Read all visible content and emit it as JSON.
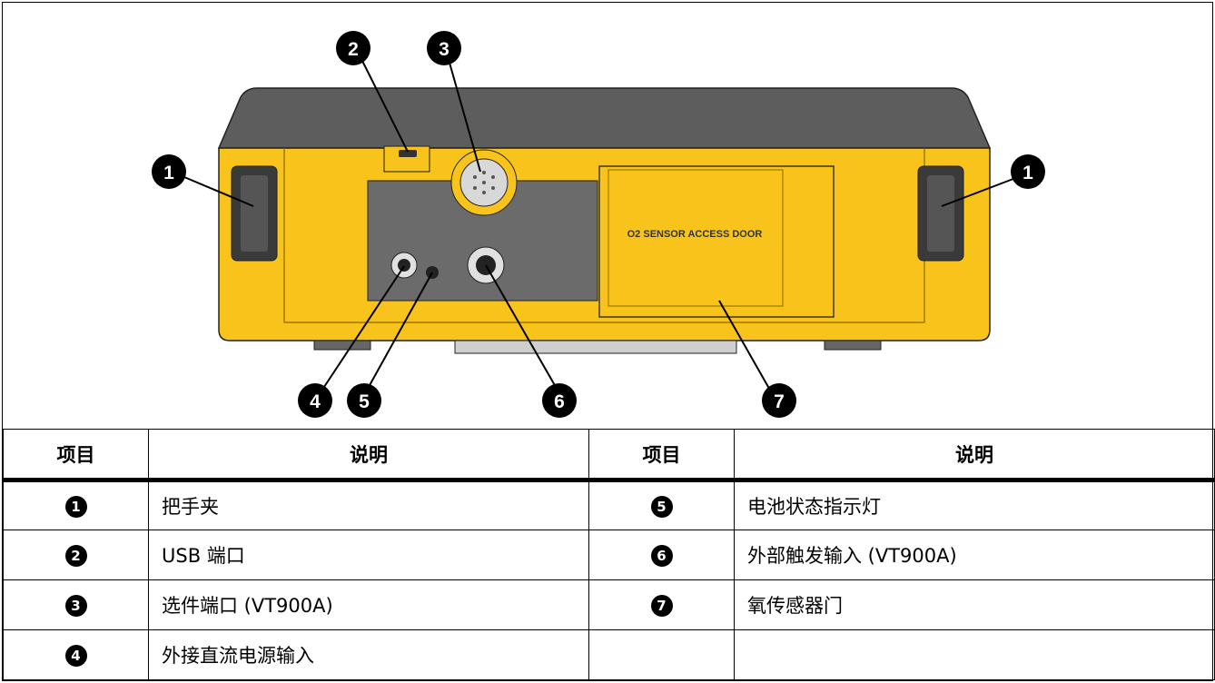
{
  "figure": {
    "door_label": "O2 SENSOR ACCESS DOOR",
    "callouts": [
      "1",
      "2",
      "3",
      "1",
      "4",
      "5",
      "6",
      "7"
    ]
  },
  "table": {
    "headers": [
      "项目",
      "说明",
      "项目",
      "说明"
    ],
    "rows": [
      {
        "left_item": "1",
        "left_desc": "把手夹",
        "right_item": "5",
        "right_desc": "电池状态指示灯"
      },
      {
        "left_item": "2",
        "left_desc": "USB 端口",
        "right_item": "6",
        "right_desc": "外部触发输入 (VT900A)"
      },
      {
        "left_item": "3",
        "left_desc": "选件端口 (VT900A)",
        "right_item": "7",
        "right_desc": "氧传感器门"
      },
      {
        "left_item": "4",
        "left_desc": "外接直流电源输入",
        "right_item": "",
        "right_desc": ""
      }
    ]
  },
  "colors": {
    "body_yellow": "#f8c41c",
    "top_gray": "#5d5d5d",
    "panel_gray": "#6b6b6b"
  }
}
